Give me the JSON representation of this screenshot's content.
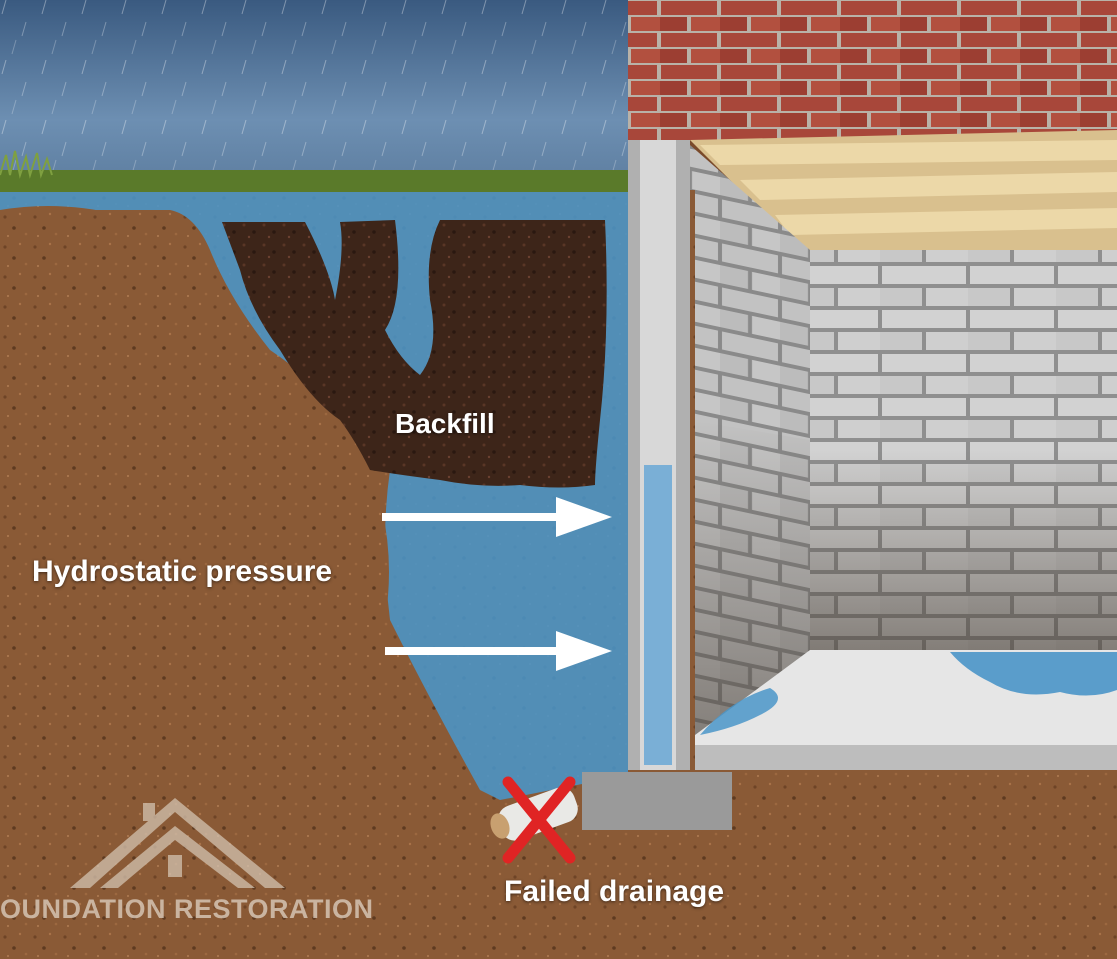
{
  "labels": {
    "backfill": "Backfill",
    "hydrostatic_pressure": "Hydrostatic pressure",
    "failed_drainage": "Failed drainage"
  },
  "logo": {
    "text": "OUNDATION RESTORATION"
  },
  "colors": {
    "sky": "#4a6f96",
    "soil": "#8a5a36",
    "water": "#4a95c8",
    "brick": "#a8473a",
    "block_wall": "#c9c9c9",
    "backfill": "#3a2418",
    "arrow": "#ffffff",
    "x_mark": "#e02424"
  },
  "icons": {
    "logo": "house-roof-icon",
    "fail_mark": "red-x-icon",
    "pressure": "arrow-right-icon"
  }
}
